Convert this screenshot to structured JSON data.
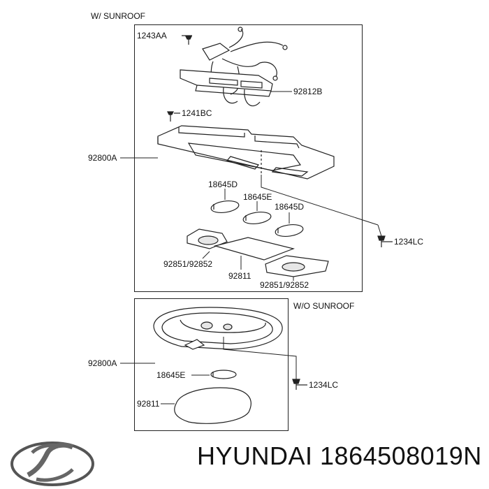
{
  "sections": {
    "with_sunroof": "W/ SUNROOF",
    "without_sunroof": "W/O SUNROOF"
  },
  "labels": {
    "p1243AA": "1243AA",
    "p92812B": "92812B",
    "p1241BC": "1241BC",
    "p92800A_top": "92800A",
    "p18645D_left": "18645D",
    "p18645E_top": "18645E",
    "p18645D_right": "18645D",
    "p1234LC_top": "1234LC",
    "p92851_left": "92851/92852",
    "p92811_top": "92811",
    "p92851_right": "92851/92852",
    "p92800A_bottom": "92800A",
    "p18645E_bottom": "18645E",
    "p1234LC_bottom": "1234LC",
    "p92811_bottom": "92811"
  },
  "footer": {
    "brand_part": "HYUNDAI 1864508019N",
    "logo_icon": "hyundai-logo-icon"
  },
  "colors": {
    "line": "#222222",
    "shade": "#e6e6e6"
  }
}
